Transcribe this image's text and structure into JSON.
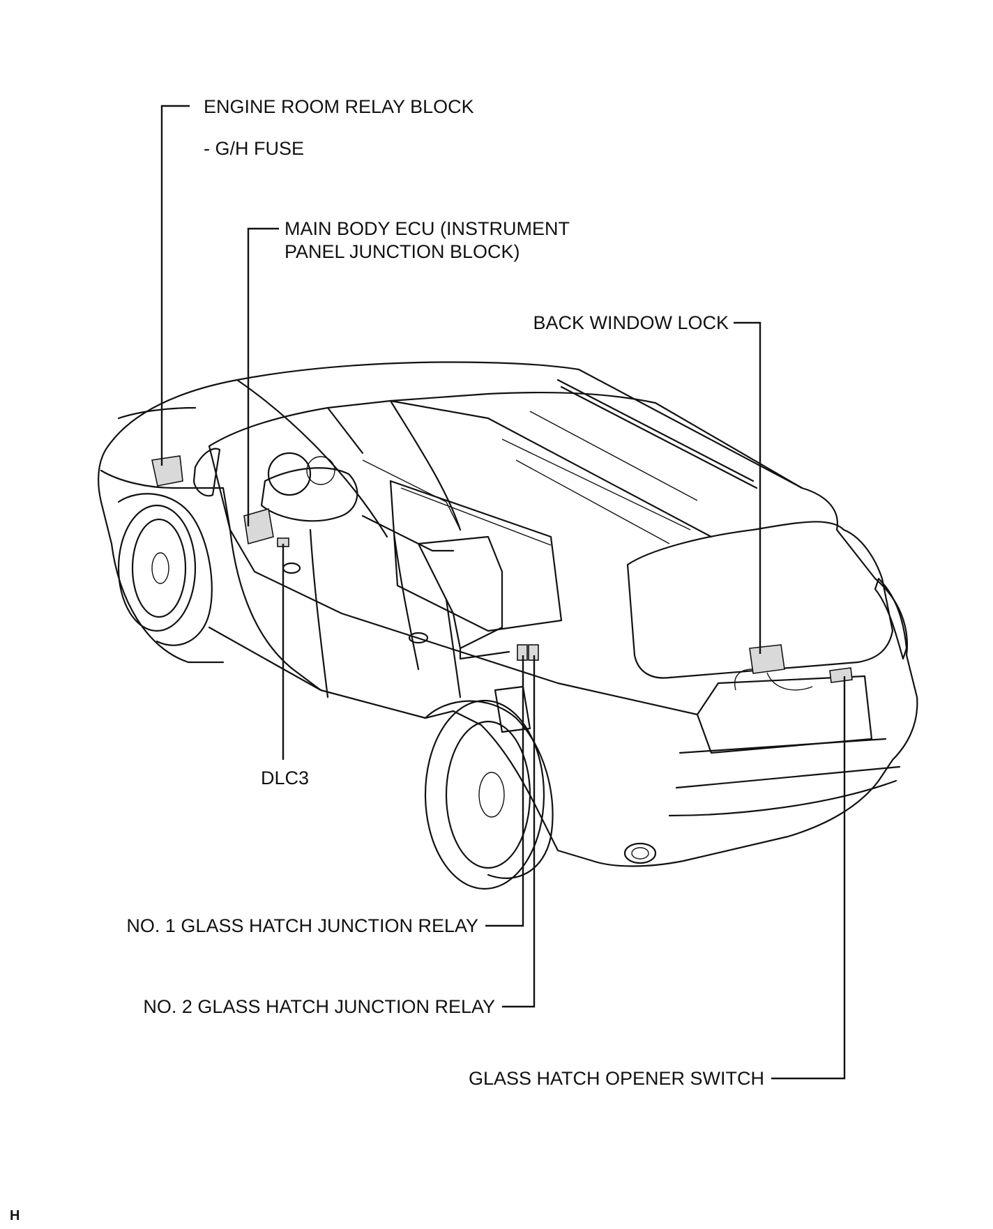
{
  "labels": {
    "engine_room_relay_block": "ENGINE ROOM RELAY BLOCK",
    "gh_fuse": "- G/H FUSE",
    "main_body_ecu_line1": "MAIN BODY ECU (INSTRUMENT",
    "main_body_ecu_line2": "PANEL JUNCTION BLOCK)",
    "back_window_lock": "BACK WINDOW LOCK",
    "dlc3": "DLC3",
    "no1_glass_hatch_junction_relay": "NO. 1 GLASS HATCH JUNCTION RELAY",
    "no2_glass_hatch_junction_relay": "NO. 2 GLASS HATCH JUNCTION RELAY",
    "glass_hatch_opener_switch": "GLASS HATCH OPENER SWITCH"
  },
  "corner_mark": "H"
}
